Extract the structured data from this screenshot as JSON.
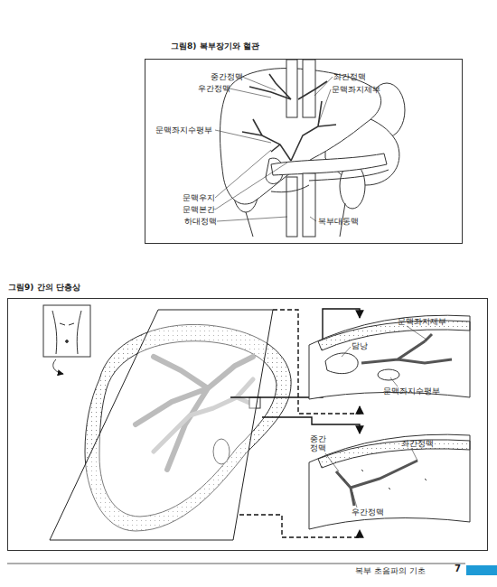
{
  "diagram": {
    "nodes": [
      {
        "text": [
          "그림8) 복부장기와 혈관"
        ]
      },
      {
        "text": [
          "그림9) 간의 단층상"
        ]
      }
    ],
    "labels": [
      "중간정맥",
      "우간정맥",
      "좌간정맥",
      "문맥좌지제부",
      "문맥좌지수평부",
      "문맥우지",
      "문맥본간",
      "하대정맥",
      "복부대동맥",
      "문맥좌지제부",
      "담낭",
      "문맥좌지수평부",
      "중간 정맥",
      "좌간정맥",
      "우간정맥",
      "복부 초음파의 기초",
      "7"
    ]
  }
}
